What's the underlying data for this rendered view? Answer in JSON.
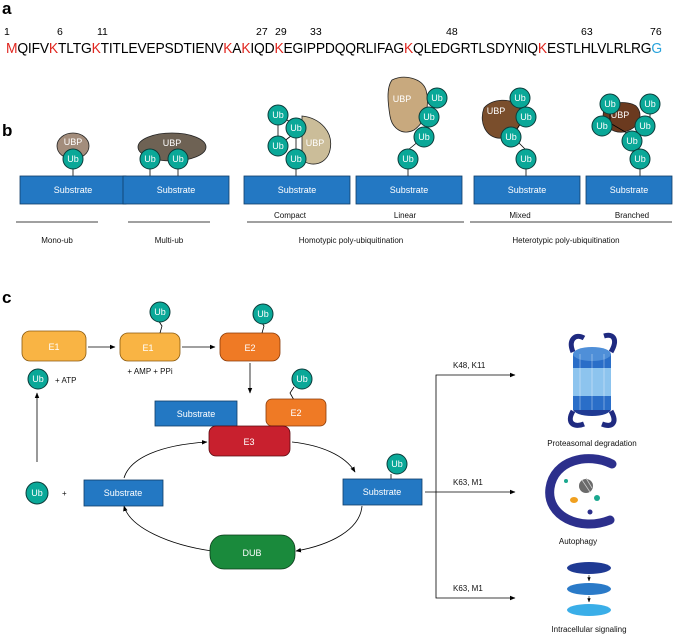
{
  "panels": {
    "a": "a",
    "b": "b",
    "c": "c"
  },
  "sequence": {
    "positions": [
      "1",
      "6",
      "11",
      "27",
      "29",
      "33",
      "48",
      "63",
      "76"
    ],
    "segments": [
      {
        "text": "M",
        "color": "#e0261f"
      },
      {
        "text": "QIFV",
        "color": "#000000"
      },
      {
        "text": "K",
        "color": "#e0261f"
      },
      {
        "text": "TLTG",
        "color": "#000000"
      },
      {
        "text": "K",
        "color": "#e0261f"
      },
      {
        "text": "TITLEVEPSDTIENV",
        "color": "#000000"
      },
      {
        "text": "K",
        "color": "#e0261f"
      },
      {
        "text": "A",
        "color": "#000000"
      },
      {
        "text": "K",
        "color": "#e0261f"
      },
      {
        "text": "IQD",
        "color": "#000000"
      },
      {
        "text": "K",
        "color": "#e0261f"
      },
      {
        "text": "EGIPPDQQRLIFAG",
        "color": "#000000"
      },
      {
        "text": "K",
        "color": "#e0261f"
      },
      {
        "text": "QLEDGRTLSDYNIQ",
        "color": "#000000"
      },
      {
        "text": "K",
        "color": "#e0261f"
      },
      {
        "text": "ESTLHLVLRLRG",
        "color": "#000000"
      },
      {
        "text": "G",
        "color": "#29a3dc"
      }
    ]
  },
  "labels": {
    "ub": "Ub",
    "ubp": "UBP",
    "substrate": "Substrate"
  },
  "panel_b": {
    "types": [
      "Mono-ub",
      "Multi-ub",
      "Compact",
      "Linear",
      "Mixed",
      "Branched"
    ],
    "groups": [
      "Homotypic poly-ubiquitination",
      "Heterotypic poly-ubiquitination"
    ]
  },
  "panel_c": {
    "enzymes": {
      "e1": "E1",
      "e2": "E2",
      "e3": "E3",
      "dub": "DUB"
    },
    "atp": "+ ATP",
    "amp_ppi": "+ AMP + PPi",
    "plus": "+",
    "linkages": [
      "K48, K11",
      "K63, M1",
      "K63, M1"
    ],
    "outcomes": [
      "Proteasomal degradation",
      "Autophagy",
      "Intracellular signaling"
    ]
  },
  "colors": {
    "ub": "#0aa898",
    "substrate": "#2378c3",
    "e1": "#f9b444",
    "e2": "#ef7a25",
    "e3": "#c8202e",
    "dub": "#1a8a3c",
    "lysine": "#e0261f",
    "c_terminal_gly": "#29a3dc",
    "ubp_light": "#c8a97e",
    "ubp_grey": "#6e6254",
    "ubp_brown": "#7a4e2c"
  }
}
